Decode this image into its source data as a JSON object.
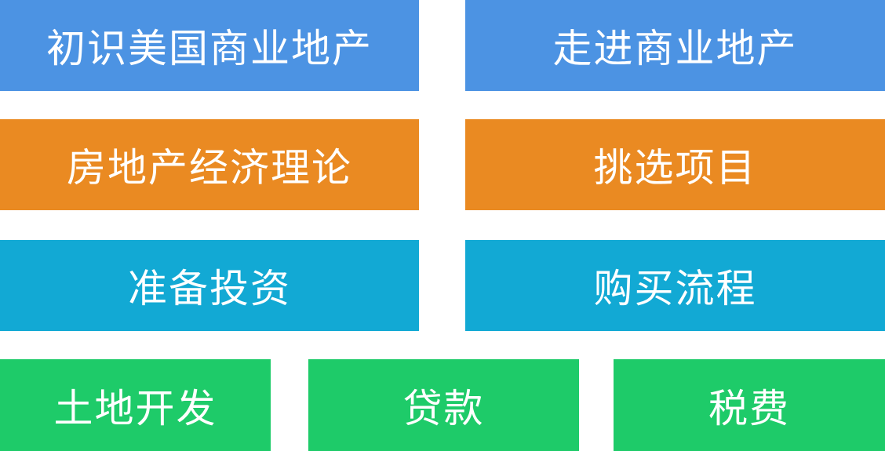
{
  "colors": {
    "blue": "#4C93E3",
    "orange": "#EA8A22",
    "teal": "#12A9D4",
    "green": "#1ECB69",
    "text": "#FFFFFF"
  },
  "rows": [
    {
      "color": "blue",
      "items": [
        "初识美国商业地产",
        "走进商业地产"
      ]
    },
    {
      "color": "orange",
      "items": [
        "房地产经济理论",
        "挑选项目"
      ]
    },
    {
      "color": "teal",
      "items": [
        "准备投资",
        "购买流程"
      ]
    },
    {
      "color": "green",
      "items": [
        "土地开发",
        "贷款",
        "税费"
      ]
    }
  ]
}
